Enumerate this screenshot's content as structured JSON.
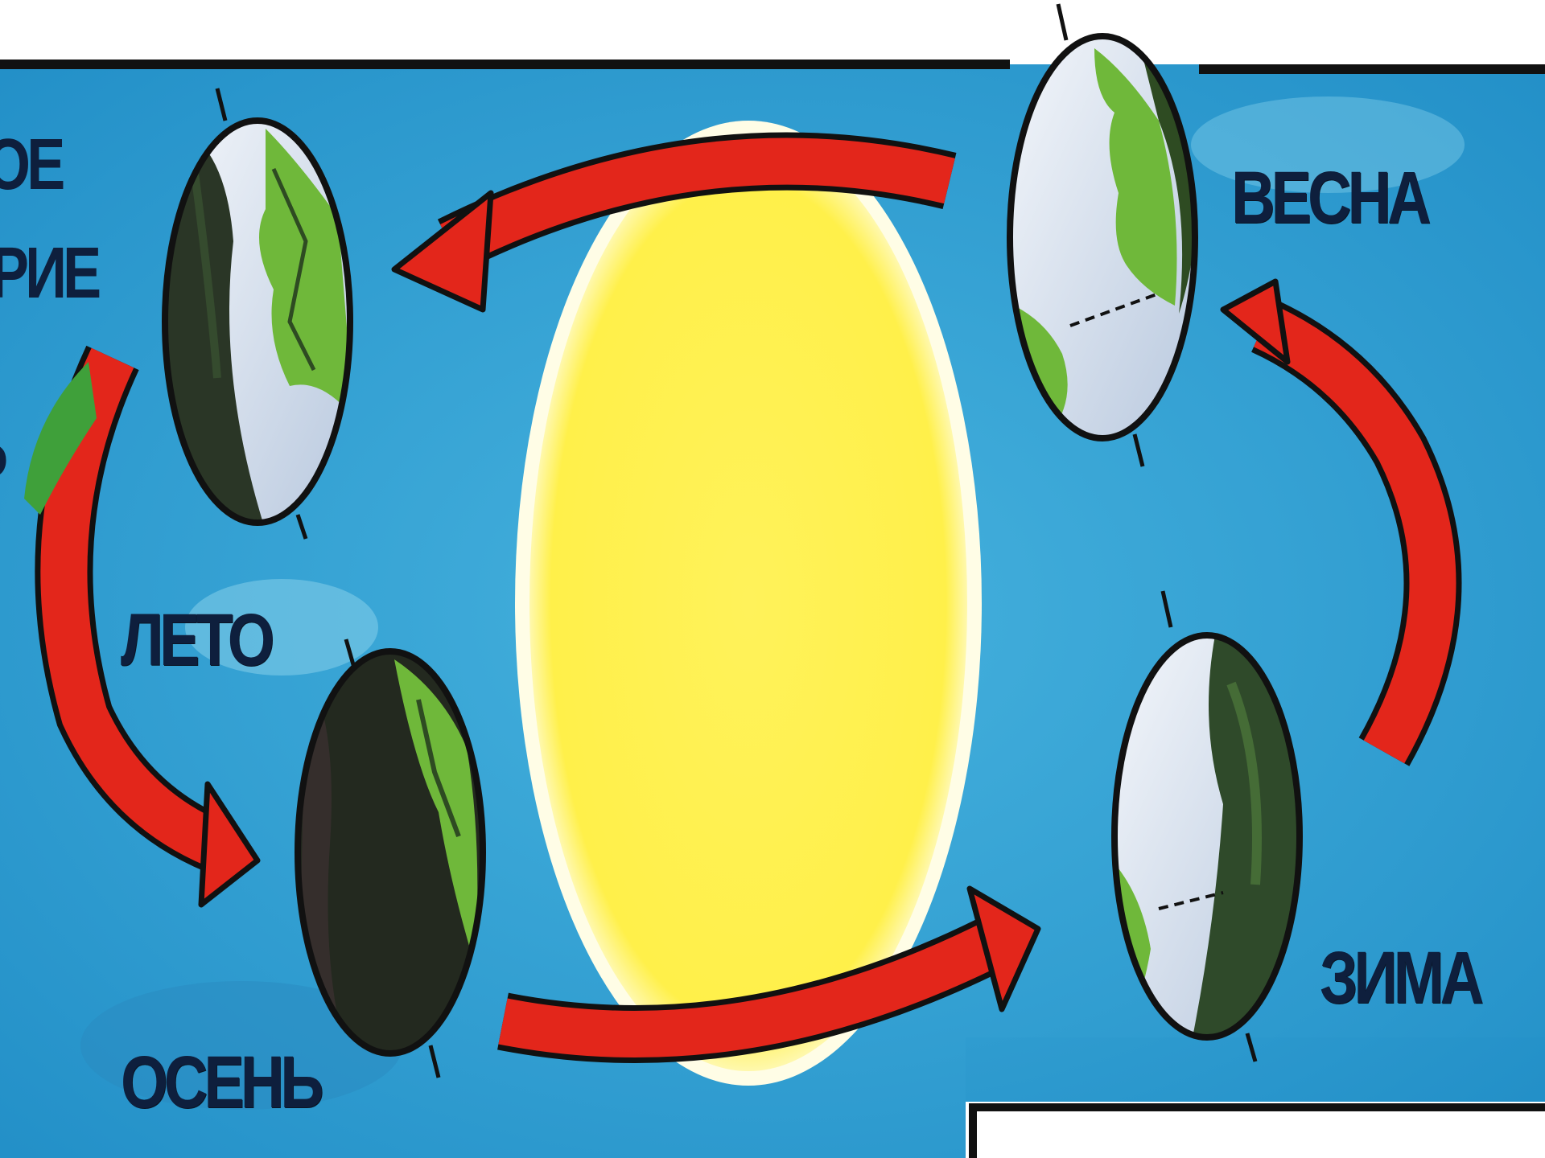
{
  "diagram": {
    "colors": {
      "sky": "#2f9fd2",
      "sky_light": "#6cc3e6",
      "sun": "#fff04a",
      "sun_glow": "#fffde0",
      "arrow": "#e3261b",
      "outline": "#111111",
      "land": "#6fb83a",
      "land_dark": "#2e4b22",
      "ice": "#e9eef5",
      "night": "#1f2a1f"
    },
    "icons": {
      "sun": "sun-icon",
      "earth": "earth-globe-icon",
      "arrow": "curved-arrow-icon"
    },
    "seasons": [
      {
        "key": "summer",
        "label": "ЛЕТО"
      },
      {
        "key": "spring",
        "label": "ВЕСНА"
      },
      {
        "key": "autumn",
        "label": "ОСЕНЬ"
      },
      {
        "key": "winter",
        "label": "ЗИМА"
      }
    ],
    "cut_text": {
      "line1": "ОЕ",
      "line2": "РИЕ",
      "line3": "Р"
    }
  }
}
